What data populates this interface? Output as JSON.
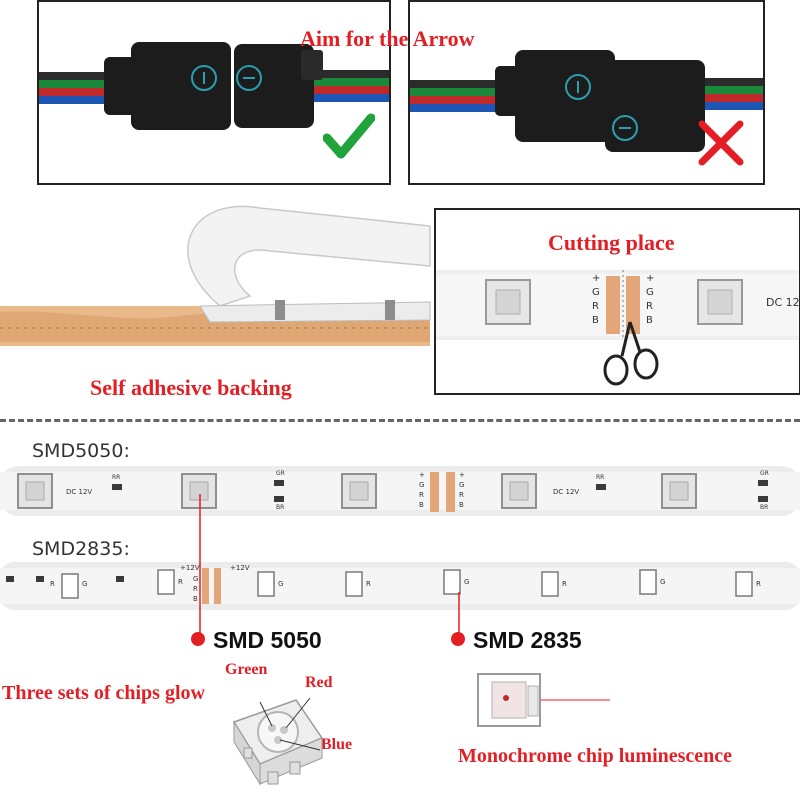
{
  "connector_section": {
    "title": "Aim for the Arrow",
    "correct_mark": "check-icon",
    "wrong_mark": "cross-icon",
    "colors": {
      "check": "#1fa33a",
      "cross": "#e31e24",
      "connector": "#1c1c1c",
      "circle": "#2a9fb0"
    }
  },
  "adhesive_section": {
    "label": "Self adhesive backing"
  },
  "cutting_section": {
    "title": "Cutting place",
    "pad_labels": [
      "+",
      "G",
      "R",
      "B"
    ],
    "strip_text": "DC 12"
  },
  "smd5050_strip": {
    "heading": "SMD5050:",
    "strip_texts": {
      "voltage_a": "DC 12V",
      "voltage_b": "DC 12V",
      "res_a": "RR",
      "res_b": "RR",
      "res_c": "GR",
      "res_d": "BR",
      "res_e": "GR",
      "res_f": "BR"
    },
    "pad_labels": [
      "+",
      "G",
      "R",
      "B"
    ]
  },
  "smd2835_strip": {
    "heading": "SMD2835:",
    "voltage_label": "+12V",
    "pad_labels": [
      "G",
      "R",
      "B"
    ],
    "chip_labels": [
      "R",
      "G",
      "R",
      "G",
      "R",
      "G",
      "R",
      "G",
      "R"
    ]
  },
  "smd5050_callout": {
    "label": "SMD 5050",
    "description": "Three sets of chips glow",
    "chip_colors": {
      "green": "Green",
      "red": "Red",
      "blue": "Blue"
    },
    "dot_color": "#e31e24"
  },
  "smd2835_callout": {
    "label": "SMD 2835",
    "description": "Monochrome chip luminescence",
    "dot_color": "#e31e24"
  }
}
